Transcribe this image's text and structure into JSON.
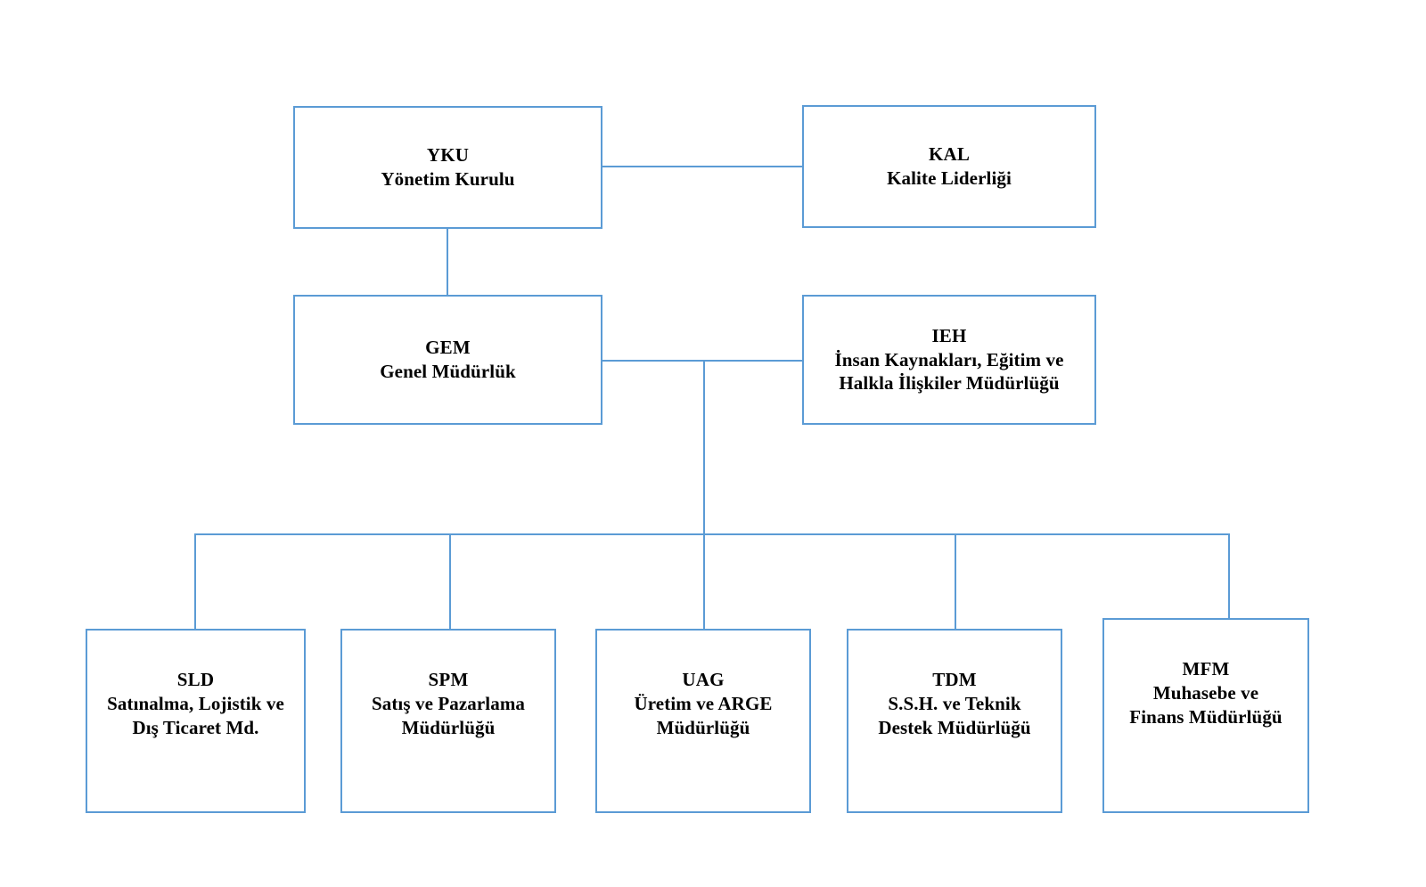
{
  "chart_data": {
    "type": "diagram",
    "subtype": "org-chart",
    "title": "",
    "orientation": "top-down",
    "accent_color": "#5B9BD5",
    "background_color": "#FFFFFF",
    "text_color": "#000000",
    "nodes": [
      {
        "id": "YKU",
        "code": "YKU",
        "title": "Yönetim Kurulu",
        "level": 1
      },
      {
        "id": "KAL",
        "code": "KAL",
        "title": "Kalite Liderliği",
        "level": 1
      },
      {
        "id": "GEM",
        "code": "GEM",
        "title": "Genel Müdürlük",
        "level": 2
      },
      {
        "id": "IEH",
        "code": "IEH",
        "title": "İnsan Kaynakları, Eğitim ve\nHalkla İlişkiler Müdürlüğü",
        "level": 2
      },
      {
        "id": "SLD",
        "code": "SLD",
        "title": "Satınalma, Lojistik ve\nDış Ticaret Md.",
        "level": 3
      },
      {
        "id": "SPM",
        "code": "SPM",
        "title": "Satış ve Pazarlama\nMüdürlüğü",
        "level": 3
      },
      {
        "id": "UAG",
        "code": "UAG",
        "title": "Üretim ve ARGE\nMüdürlüğü",
        "level": 3
      },
      {
        "id": "TDM",
        "code": "TDM",
        "title": "S.S.H. ve Teknik\nDestek Müdürlüğü",
        "level": 3
      },
      {
        "id": "MFM",
        "code": "MFM",
        "title": "Muhasebe ve\nFinans Müdürlüğü",
        "level": 3
      }
    ],
    "edges": [
      {
        "from": "YKU",
        "to": "KAL",
        "style": "horizontal"
      },
      {
        "from": "YKU",
        "to": "GEM",
        "style": "vertical"
      },
      {
        "from": "GEM",
        "to": "IEH",
        "style": "horizontal"
      },
      {
        "from": "GEM",
        "to": "SLD",
        "style": "bus"
      },
      {
        "from": "GEM",
        "to": "SPM",
        "style": "bus"
      },
      {
        "from": "GEM",
        "to": "UAG",
        "style": "bus"
      },
      {
        "from": "GEM",
        "to": "TDM",
        "style": "bus"
      },
      {
        "from": "GEM",
        "to": "MFM",
        "style": "bus"
      }
    ]
  },
  "nodes": {
    "yku": {
      "code": "YKU",
      "title": "Yönetim Kurulu"
    },
    "kal": {
      "code": "KAL",
      "title": "Kalite Liderliği"
    },
    "gem": {
      "code": "GEM",
      "title": "Genel Müdürlük"
    },
    "ieh": {
      "code": "IEH",
      "title": "İnsan Kaynakları, Eğitim ve\nHalkla İlişkiler Müdürlüğü"
    },
    "sld": {
      "code": "SLD",
      "title": "Satınalma, Lojistik ve\nDış Ticaret Md."
    },
    "spm": {
      "code": "SPM",
      "title": "Satış ve Pazarlama\nMüdürlüğü"
    },
    "uag": {
      "code": "UAG",
      "title": "Üretim ve ARGE\nMüdürlüğü"
    },
    "tdm": {
      "code": "TDM",
      "title": "S.S.H. ve Teknik\nDestek Müdürlüğü"
    },
    "mfm": {
      "code": "MFM",
      "title": "Muhasebe ve\nFinans Müdürlüğü"
    }
  }
}
